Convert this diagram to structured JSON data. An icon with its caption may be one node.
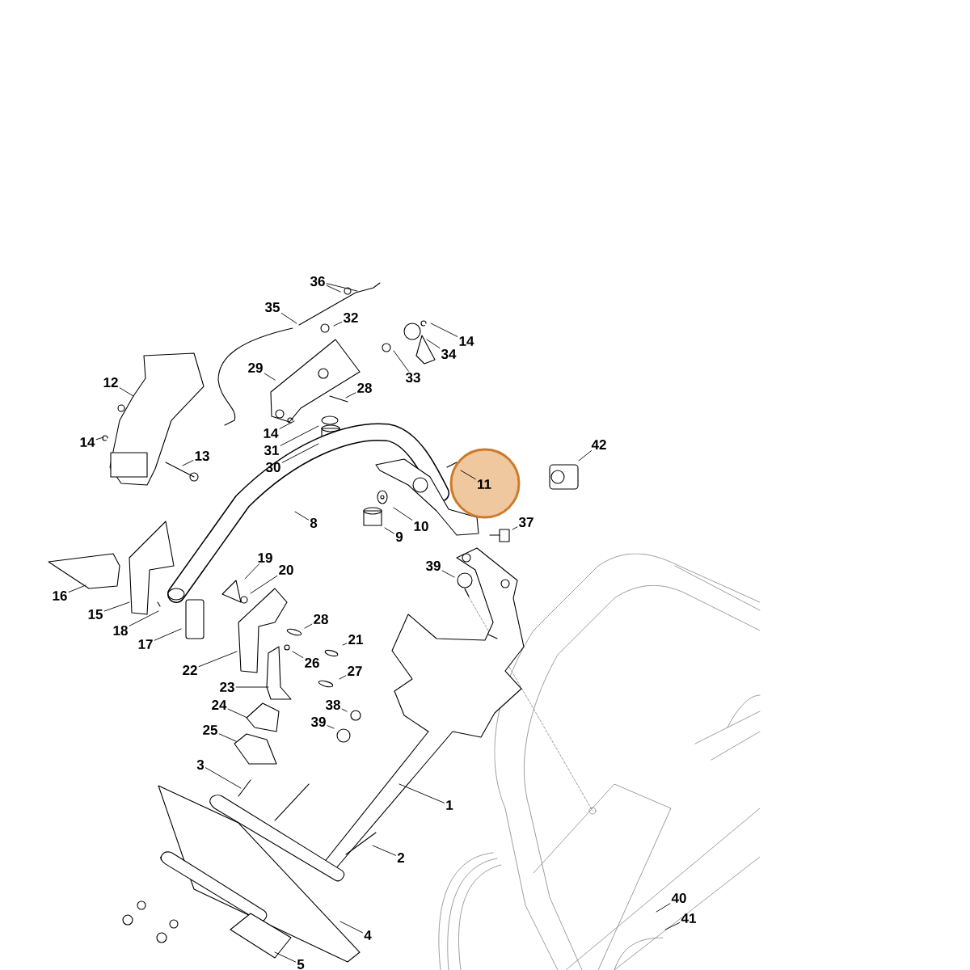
{
  "diagram": {
    "nodes": [
      {
        "text": [
          "36"
        ]
      },
      {
        "text": [
          "35"
        ]
      },
      {
        "text": [
          "32"
        ]
      },
      {
        "text": [
          "14"
        ]
      },
      {
        "text": [
          "34"
        ]
      },
      {
        "text": [
          "29"
        ]
      },
      {
        "text": [
          "33"
        ]
      },
      {
        "text": [
          "12"
        ]
      },
      {
        "text": [
          "28"
        ]
      },
      {
        "text": [
          "14"
        ]
      },
      {
        "text": [
          "14"
        ]
      },
      {
        "text": [
          "42"
        ]
      },
      {
        "text": [
          "31"
        ]
      },
      {
        "text": [
          "13"
        ]
      },
      {
        "text": [
          "30"
        ]
      },
      {
        "text": [
          "11"
        ]
      },
      {
        "text": [
          "8"
        ]
      },
      {
        "text": [
          "37"
        ]
      },
      {
        "text": [
          "10"
        ]
      },
      {
        "text": [
          "9"
        ]
      },
      {
        "text": [
          "19"
        ]
      },
      {
        "text": [
          "39"
        ]
      },
      {
        "text": [
          "20"
        ]
      },
      {
        "text": [
          "16"
        ]
      },
      {
        "text": [
          "15"
        ]
      },
      {
        "text": [
          "28"
        ]
      },
      {
        "text": [
          "18"
        ]
      },
      {
        "text": [
          "21"
        ]
      },
      {
        "text": [
          "17"
        ]
      },
      {
        "text": [
          "26"
        ]
      },
      {
        "text": [
          "22"
        ]
      },
      {
        "text": [
          "27"
        ]
      },
      {
        "text": [
          "23"
        ]
      },
      {
        "text": [
          "24"
        ]
      },
      {
        "text": [
          "38"
        ]
      },
      {
        "text": [
          "39"
        ]
      },
      {
        "text": [
          "25"
        ]
      },
      {
        "text": [
          "3"
        ]
      },
      {
        "text": [
          "1"
        ]
      },
      {
        "text": [
          "2"
        ]
      },
      {
        "text": [
          "40"
        ]
      },
      {
        "text": [
          "41"
        ]
      },
      {
        "text": [
          "4"
        ]
      },
      {
        "text": [
          "5"
        ]
      }
    ],
    "edges": [
      {
        "from": 0,
        "to": null,
        "arrow": "none"
      },
      {
        "from": 0,
        "to": null,
        "arrow": "none"
      },
      {
        "from": 1,
        "to": null,
        "arrow": "none"
      },
      {
        "from": 2,
        "to": null,
        "arrow": "none"
      },
      {
        "from": 3,
        "to": null,
        "arrow": "none"
      },
      {
        "from": 4,
        "to": null,
        "arrow": "none"
      },
      {
        "from": 5,
        "to": null,
        "arrow": "none"
      },
      {
        "from": 6,
        "to": null,
        "arrow": "none"
      },
      {
        "from": 7,
        "to": null,
        "arrow": "none"
      },
      {
        "from": 8,
        "to": null,
        "arrow": "none"
      },
      {
        "from": 9,
        "to": null,
        "arrow": "none"
      },
      {
        "from": 10,
        "to": null,
        "arrow": "none"
      },
      {
        "from": 11,
        "to": null,
        "arrow": "none"
      },
      {
        "from": 12,
        "to": null,
        "arrow": "none"
      },
      {
        "from": 13,
        "to": null,
        "arrow": "none"
      },
      {
        "from": 14,
        "to": null,
        "arrow": "none"
      },
      {
        "from": 15,
        "to": null,
        "arrow": "none"
      },
      {
        "from": 16,
        "to": null,
        "arrow": "none"
      },
      {
        "from": 17,
        "to": null,
        "arrow": "none"
      },
      {
        "from": 18,
        "to": null,
        "arrow": "none"
      },
      {
        "from": 19,
        "to": null,
        "arrow": "none"
      },
      {
        "from": 20,
        "to": null,
        "arrow": "none"
      },
      {
        "from": 21,
        "to": null,
        "arrow": "none"
      },
      {
        "from": 22,
        "to": null,
        "arrow": "none"
      },
      {
        "from": 23,
        "to": null,
        "arrow": "none"
      },
      {
        "from": 24,
        "to": null,
        "arrow": "none"
      },
      {
        "from": 25,
        "to": null,
        "arrow": "none"
      },
      {
        "from": 26,
        "to": null,
        "arrow": "none"
      },
      {
        "from": 27,
        "to": null,
        "arrow": "none"
      },
      {
        "from": 28,
        "to": null,
        "arrow": "none"
      },
      {
        "from": 29,
        "to": null,
        "arrow": "none"
      },
      {
        "from": 30,
        "to": null,
        "arrow": "none"
      },
      {
        "from": 31,
        "to": null,
        "arrow": "none"
      },
      {
        "from": 32,
        "to": null,
        "arrow": "none"
      },
      {
        "from": 33,
        "to": null,
        "arrow": "none"
      },
      {
        "from": 34,
        "to": null,
        "arrow": "none"
      },
      {
        "from": 35,
        "to": null,
        "arrow": "none"
      },
      {
        "from": 36,
        "to": null,
        "arrow": "none"
      },
      {
        "from": 37,
        "to": null,
        "arrow": "none"
      },
      {
        "from": 38,
        "to": null,
        "arrow": "none"
      },
      {
        "from": 39,
        "to": null,
        "arrow": "none"
      },
      {
        "from": 40,
        "to": null,
        "arrow": "none"
      },
      {
        "from": 41,
        "to": null,
        "arrow": "none"
      },
      {
        "from": 42,
        "to": null,
        "arrow": "none"
      },
      {
        "from": 43,
        "to": null,
        "arrow": "none"
      }
    ]
  }
}
